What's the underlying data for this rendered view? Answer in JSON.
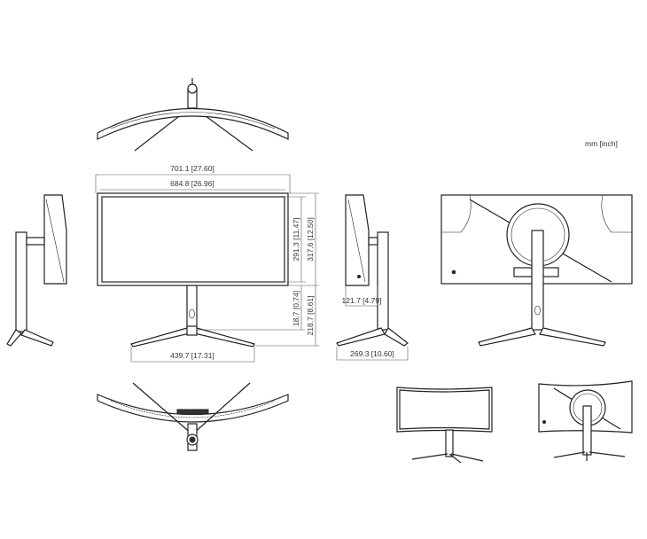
{
  "units_label": "mm [inch]",
  "dimensions": {
    "overall_width": "701.1 [27.60]",
    "screen_width": "684.8 [26.96]",
    "screen_height": "291.3 [11.47]",
    "panel_height": "317.6 [12.50]",
    "bottom_gap": "18.7 [0.74]",
    "stand_height": "218.7 [8.61]",
    "base_width": "439.7 [17.31]",
    "panel_depth": "121.7 [4.79]",
    "base_depth": "269.3 [10.60]"
  }
}
